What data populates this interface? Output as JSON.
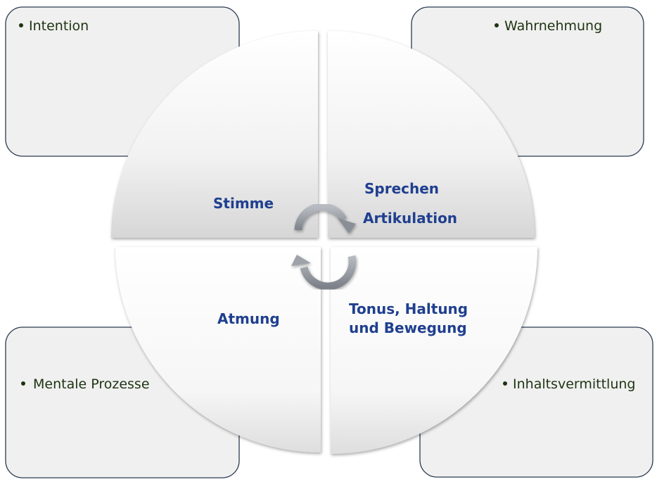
{
  "corners": {
    "top_left": "Intention",
    "top_right": "Wahrnehmung",
    "bottom_left": "Mentale Prozesse",
    "bottom_right": "Inhaltsvermittlung"
  },
  "quadrants": {
    "top_left": "Stimme",
    "top_right_line1": "Sprechen",
    "top_right_line2": "Artikulation",
    "bottom_left": "Atmung",
    "bottom_right_line1": "Tonus, Haltung",
    "bottom_right_line2": "und Bewegung"
  },
  "colors": {
    "label": "#1f3f8f",
    "bullet_text": "#1e3312",
    "box_border": "#2b3a4f"
  }
}
